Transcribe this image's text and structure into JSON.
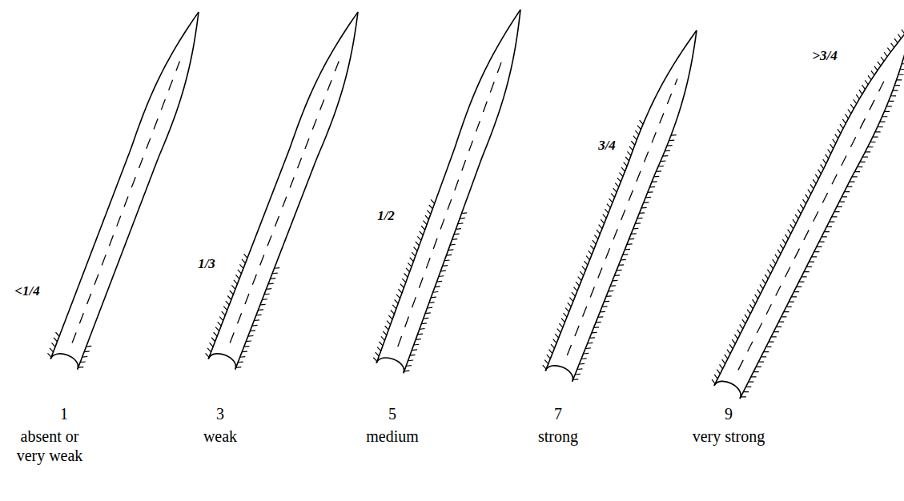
{
  "diagram": {
    "labels": [
      "<1/4",
      "1/3",
      "1/2",
      "3/4",
      ">3/4",
      "1",
      "absent or very weak",
      "3",
      "weak",
      "5",
      "medium",
      "7",
      "strong",
      "9",
      "very strong"
    ]
  }
}
